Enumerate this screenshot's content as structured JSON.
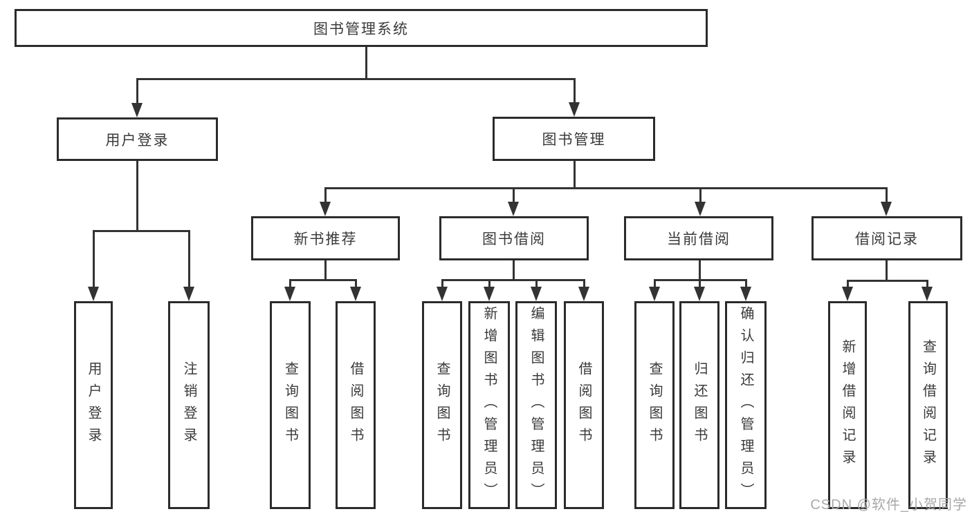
{
  "diagram": {
    "root": {
      "label": "图书管理系统"
    },
    "level2": [
      {
        "label": "用户登录"
      },
      {
        "label": "图书管理"
      }
    ],
    "level3": [
      {
        "label": "新书推荐"
      },
      {
        "label": "图书借阅"
      },
      {
        "label": "当前借阅"
      },
      {
        "label": "借阅记录"
      }
    ],
    "leaves": [
      {
        "label": "用户登录"
      },
      {
        "label": "注销登录"
      },
      {
        "label": "查询图书"
      },
      {
        "label": "借阅图书"
      },
      {
        "label": "查询图书"
      },
      {
        "label": "新增图书（管理员）"
      },
      {
        "label": "编辑图书（管理员）"
      },
      {
        "label": "借阅图书"
      },
      {
        "label": "查询图书"
      },
      {
        "label": "归还图书"
      },
      {
        "label": "确认归还（管理员）"
      },
      {
        "label": "新增借阅记录"
      },
      {
        "label": "查询借阅记录"
      }
    ]
  },
  "watermark": {
    "text": "CSDN @软件_小贺同学"
  },
  "colors": {
    "line": "#333333",
    "box_border": "#2b2b2b",
    "box_bg": "#ffffff",
    "label_text": "#3a3a3a",
    "watermark": "#a9a9a9",
    "background": "#ffffff"
  }
}
